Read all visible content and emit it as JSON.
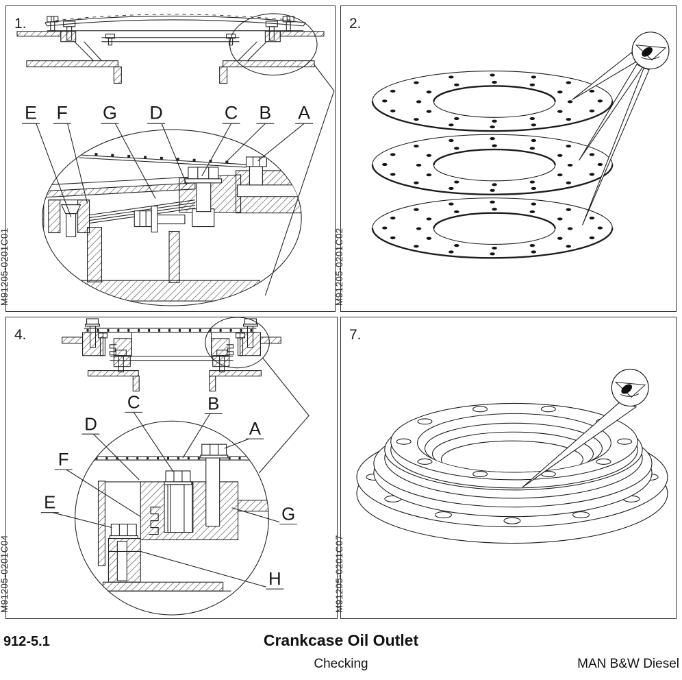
{
  "panels": [
    {
      "number": "1.",
      "code": "M91205-0201C01",
      "labels": [
        "E",
        "F",
        "G",
        "D",
        "C",
        "B",
        "A"
      ]
    },
    {
      "number": "2.",
      "code": "M91205-0201C02",
      "labels": []
    },
    {
      "number": "4.",
      "code": "M91205-0201C04",
      "labels": [
        "C",
        "B",
        "A",
        "D",
        "F",
        "E",
        "G",
        "H"
      ]
    },
    {
      "number": "7.",
      "code": "M91205-0201C07",
      "labels": []
    }
  ],
  "icons": {
    "visual_check": "eye-in-circle-with-sight-lines"
  },
  "footer": {
    "doc_number": "912-5.1",
    "title": "Crankcase Oil Outlet",
    "subtitle": "Checking",
    "brand": "MAN B&W Diesel"
  }
}
